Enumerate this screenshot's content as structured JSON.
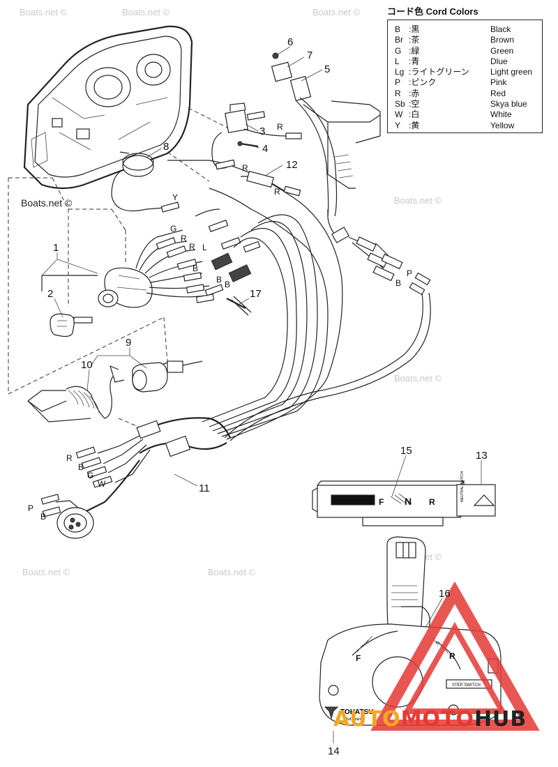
{
  "legend": {
    "title": "コード色 Cord Colors",
    "rows": [
      {
        "code": "B",
        "jp": ":黒",
        "en": "Black"
      },
      {
        "code": "Br",
        "jp": ":茶",
        "en": "Brown"
      },
      {
        "code": "G",
        "jp": ":緑",
        "en": "Green"
      },
      {
        "code": "L",
        "jp": ":青",
        "en": "Dlue"
      },
      {
        "code": "Lg",
        "jp": ":ライトグリーン",
        "en": "Light green"
      },
      {
        "code": "P",
        "jp": ":ピンク",
        "en": "Pink"
      },
      {
        "code": "R",
        "jp": ":赤",
        "en": "Red"
      },
      {
        "code": "Sb",
        "jp": ":空",
        "en": "Skya blue"
      },
      {
        "code": "W",
        "jp": ":白",
        "en": "White"
      },
      {
        "code": "Y",
        "jp": ":黄",
        "en": "Yellow"
      }
    ]
  },
  "parts": {
    "p1": "1",
    "p2": "2",
    "p3": "3",
    "p4": "4",
    "p5": "5",
    "p6": "6",
    "p7": "7",
    "p8": "8",
    "p9": "9",
    "p10": "10",
    "p11": "11",
    "p12": "12",
    "p13": "13",
    "p14": "14",
    "p15": "15",
    "p16": "16",
    "p17": "17"
  },
  "cord_tags": {
    "r_top": "R",
    "r_mid": "R",
    "r_12": "R",
    "y": "Y",
    "g_sw": "G",
    "r_sw1": "R",
    "r_sw2": "R",
    "l_sw": "L",
    "b_sw1": "B",
    "b_sw2": "B",
    "b_sw3": "B",
    "p_right": "P",
    "b_right": "B",
    "r_left": "R",
    "b_left1": "B",
    "g_left": "G",
    "w_left": "W",
    "p_left": "P",
    "b_left2": "B"
  },
  "panel_letters": {
    "f": "F",
    "n": "N",
    "r": "R",
    "neutral_sw": "NEUTRAL SWITCH",
    "lever_f": "F",
    "lever_r": "R",
    "tohatsu": "TOHATSU",
    "outboards": "Outboards",
    "step_switch": "STEP SWITCH"
  },
  "watermarks": {
    "w1": "Boats.net ©",
    "w2": "Boats.net ©",
    "w3": "Boats.net ©",
    "w4": "Boats.net ©",
    "w5": "Boats.net ©",
    "w6": "Boats.net ©",
    "w7": "Boats.net ©",
    "w8": "Boats.net ©",
    "w9": "Boats.net ©"
  },
  "brand": {
    "part1": "AUTO",
    "part2": "MOTO",
    "part3": "HUB"
  },
  "colors": {
    "brand_orange": "#f5a623",
    "brand_red": "#e53935",
    "brand_dark": "#222222"
  }
}
